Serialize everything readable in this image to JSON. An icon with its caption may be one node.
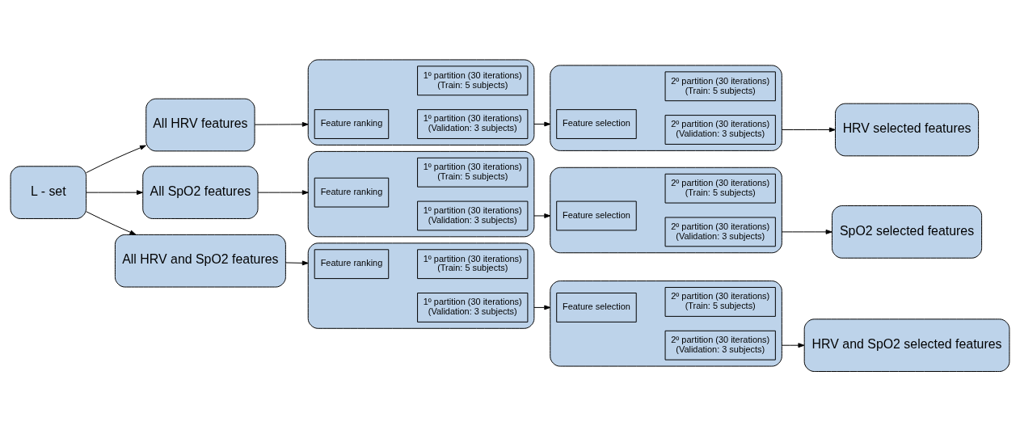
{
  "diagram": {
    "nodes": [
      {
        "text": [
          "L - set"
        ]
      },
      {
        "text": [
          "All HRV features"
        ]
      },
      {
        "text": [],
        "shape": "box"
      },
      {
        "text": [
          "Feature ranking"
        ],
        "in": 2
      },
      {
        "text": [
          "1º partition (30 iterations)",
          "(Train: 5 subjects)"
        ],
        "in": 2
      },
      {
        "text": [
          "1º partition (30 iterations)",
          "(Validation: 3 subjects)"
        ],
        "in": 2
      },
      {
        "text": [],
        "shape": "box"
      },
      {
        "text": [
          "Feature selection"
        ],
        "in": 6
      },
      {
        "text": [
          "2º partition (30 iterations)",
          "(Train: 5 subjects)"
        ],
        "in": 6
      },
      {
        "text": [
          "2º partition (30 iterations)",
          "(Validation: 3 subjects)"
        ],
        "in": 6
      },
      {
        "text": [
          "HRV selected features"
        ]
      },
      {
        "text": [
          "All SpO2 features"
        ]
      },
      {
        "text": [],
        "shape": "box"
      },
      {
        "text": [
          "Feature ranking"
        ],
        "in": 12
      },
      {
        "text": [
          "1º partition (30 iterations)",
          "(Train: 5 subjects)"
        ],
        "in": 12
      },
      {
        "text": [
          "1º partition (30 iterations)",
          "(Validation: 3 subjects)"
        ],
        "in": 12
      },
      {
        "text": [],
        "shape": "box"
      },
      {
        "text": [
          "Feature selection"
        ],
        "in": 16
      },
      {
        "text": [
          "2º partition (30 iterations)",
          "(Train: 5 subjects)"
        ],
        "in": 16
      },
      {
        "text": [
          "2º partition (30 iterations)",
          "(Validation: 3 subjects)"
        ],
        "in": 16
      },
      {
        "text": [
          "SpO2 selected features"
        ]
      },
      {
        "text": [
          "All HRV and SpO2 features"
        ]
      },
      {
        "text": [],
        "shape": "box"
      },
      {
        "text": [
          "Feature ranking"
        ],
        "in": 22
      },
      {
        "text": [
          "1º partition (30 iterations)",
          "(Train: 5 subjects)"
        ],
        "in": 22
      },
      {
        "text": [
          "1º partition (30 iterations)",
          "(Validation: 3 subjects)"
        ],
        "in": 22
      },
      {
        "text": [],
        "shape": "box"
      },
      {
        "text": [
          "Feature selection"
        ],
        "in": 26
      },
      {
        "text": [
          "2º partition (30 iterations)",
          "(Train: 5 subjects)"
        ],
        "in": 26
      },
      {
        "text": [
          "2º partition (30 iterations)",
          "(Validation: 3 subjects)"
        ],
        "in": 26
      },
      {
        "text": [
          "HRV and SpO2 selected features"
        ]
      }
    ],
    "edges": [
      {
        "from": 0,
        "to": 1,
        "arrow": "to"
      },
      {
        "from": 0,
        "to": 11,
        "arrow": "to"
      },
      {
        "from": 0,
        "to": 21,
        "arrow": "to"
      },
      {
        "from": 1,
        "to": 2,
        "arrow": "to"
      },
      {
        "from": 2,
        "to": 6,
        "arrow": "to"
      },
      {
        "from": 6,
        "to": 10,
        "arrow": "to"
      },
      {
        "from": 11,
        "to": 12,
        "arrow": "to"
      },
      {
        "from": 12,
        "to": 16,
        "arrow": "to"
      },
      {
        "from": 16,
        "to": 20,
        "arrow": "to"
      },
      {
        "from": 21,
        "to": 22,
        "arrow": "to"
      },
      {
        "from": 22,
        "to": 26,
        "arrow": "to"
      },
      {
        "from": 26,
        "to": 30,
        "arrow": "to"
      }
    ]
  }
}
